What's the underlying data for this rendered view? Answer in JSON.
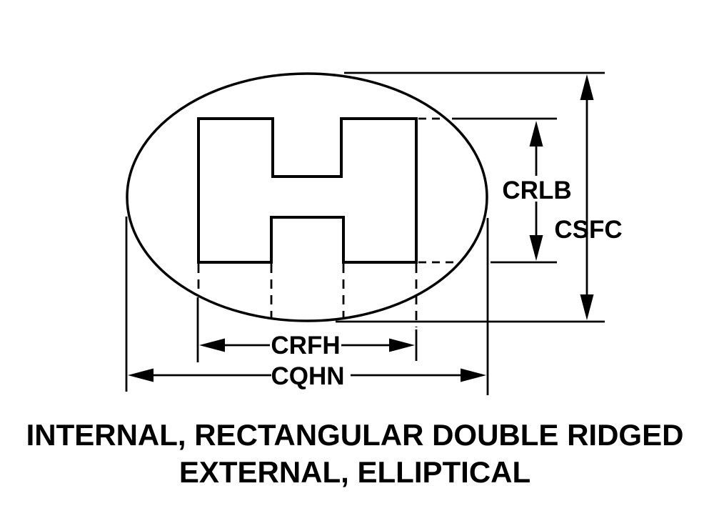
{
  "labels": {
    "crlb": "CRLB",
    "csfc": "CSFC",
    "crfh": "CRFH",
    "cqhn": "CQHN"
  },
  "caption": {
    "line1": "INTERNAL, RECTANGULAR DOUBLE RIDGED",
    "line2": "EXTERNAL, ELLIPTICAL"
  },
  "colors": {
    "line": "#000000",
    "background": "#ffffff"
  }
}
